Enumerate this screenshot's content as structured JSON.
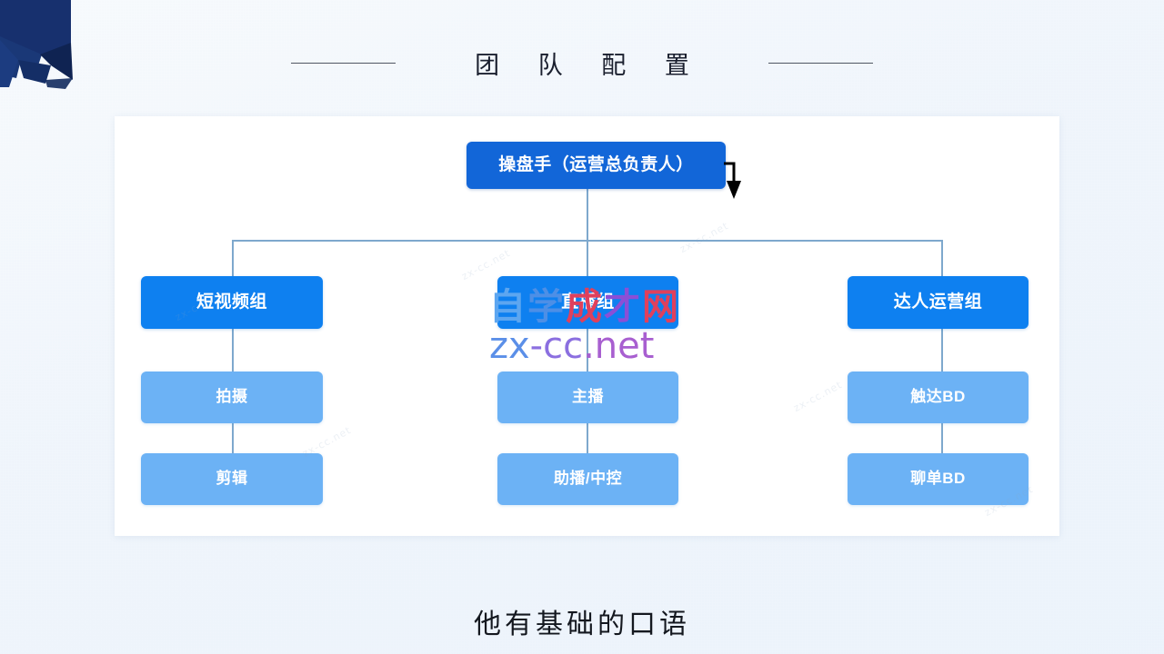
{
  "header": {
    "title": "团 队 配 置",
    "rule_left": "decorative-line",
    "rule_right": "decorative-line"
  },
  "decoration": {
    "corner_ribbon_color": "#17306e",
    "corner_ribbon_shadow": "#0f2352"
  },
  "colors": {
    "background": "#f2f6fb",
    "card": "#ffffff",
    "level1_box": "#1266d8",
    "level2_box": "#0e80f0",
    "level3_box": "#6cb2f5",
    "connector": "#7ea8cd",
    "title_text": "#1a1f2e",
    "pointer": "#000000"
  },
  "chart_data": {
    "type": "org-chart",
    "title": "团 队 配 置",
    "root": {
      "label": "操盘手（运营总负责人）",
      "level": 1
    },
    "branches": [
      {
        "label": "短视频组",
        "level": 2,
        "children": [
          {
            "label": "拍摄",
            "level": 3
          },
          {
            "label": "剪辑",
            "level": 3
          }
        ]
      },
      {
        "label": "直播组",
        "level": 2,
        "children": [
          {
            "label": "主播",
            "level": 3
          },
          {
            "label": "助播/中控",
            "level": 3
          }
        ]
      },
      {
        "label": "达人运营组",
        "level": 2,
        "children": [
          {
            "label": "触达BD",
            "level": 3
          },
          {
            "label": "聊单BD",
            "level": 3
          }
        ]
      }
    ]
  },
  "watermark": {
    "cn_chars": [
      "自",
      "学",
      "成",
      "才",
      "网"
    ],
    "url_parts": [
      "zx",
      "-cc",
      ".net"
    ],
    "faint_marks": [
      "zx-cc.net",
      "zx-cc.net",
      "zx-cc.net",
      "zx-cc.net",
      "zx-cc.net",
      "zx-cc.net"
    ]
  },
  "subtitle": {
    "text": "他有基础的口语"
  }
}
